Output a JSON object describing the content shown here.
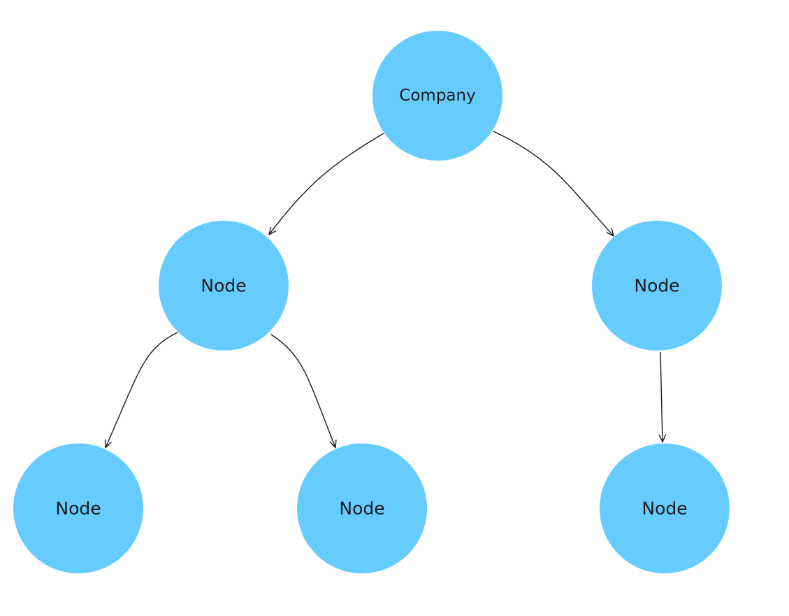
{
  "diagram": {
    "node_color": "#66CCFF",
    "edge_color": "#1a1a1a",
    "nodes": [
      {
        "id": "company",
        "label": "Company"
      },
      {
        "id": "node-left",
        "label": "Node"
      },
      {
        "id": "node-right",
        "label": "Node"
      },
      {
        "id": "node-left-left",
        "label": "Node"
      },
      {
        "id": "node-left-right",
        "label": "Node"
      },
      {
        "id": "node-right-child",
        "label": "Node"
      }
    ],
    "edges": [
      {
        "from": "company",
        "to": "node-left"
      },
      {
        "from": "company",
        "to": "node-right"
      },
      {
        "from": "node-left",
        "to": "node-left-left"
      },
      {
        "from": "node-left",
        "to": "node-left-right"
      },
      {
        "from": "node-right",
        "to": "node-right-child"
      }
    ]
  }
}
